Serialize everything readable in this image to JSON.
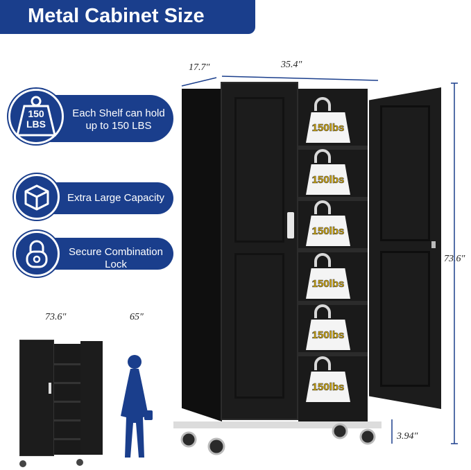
{
  "banner": {
    "title": "Metal Cabinet Size"
  },
  "features": [
    {
      "badge_line1": "150",
      "badge_line2": "LBS",
      "text_line1": "Each Shelf can hold",
      "text_line2": "up to 150 LBS",
      "icon": "weight-icon"
    },
    {
      "text": "Extra Large Capacity",
      "icon": "box-icon"
    },
    {
      "text_line1": "Secure Combination",
      "text_line2": "Lock",
      "icon": "lock-icon"
    }
  ],
  "dimensions": {
    "depth": "17.7″",
    "width": "35.4″",
    "height": "73.6″",
    "wheel_height": "3.94″",
    "comparison_cabinet": "73.6″",
    "comparison_person": "65″"
  },
  "shelf_labels": [
    "150lbs",
    "150lbs",
    "150lbs",
    "150lbs",
    "150lbs",
    "150lbs"
  ],
  "colors": {
    "accent": "#1a3e8c",
    "cabinet": "#1c1c1c",
    "label": "#e3b300"
  }
}
